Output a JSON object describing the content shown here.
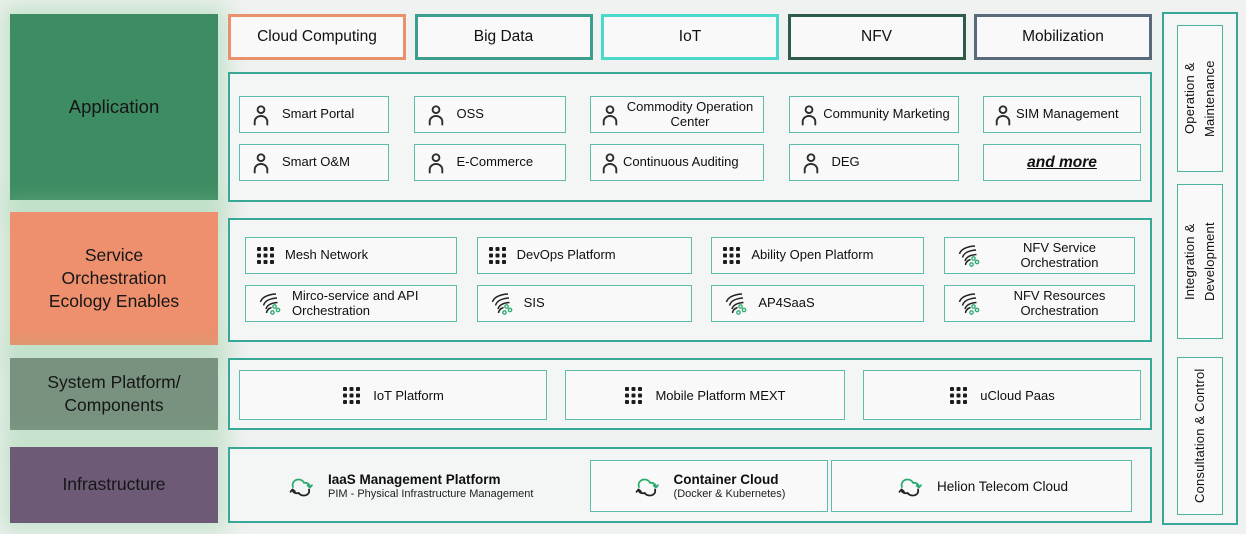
{
  "palette": {
    "page_bg": "#f0f2f1",
    "container_border": "#39a795",
    "item_border": "#5ebcaa",
    "icon_green": "#2cab6f",
    "application_green": "#3e8c63",
    "service_salmon": "#ee8f6d",
    "system_grayg reen": "#78927f",
    "infrastructure_purple": "#6d5a77"
  },
  "left_labels": [
    {
      "label": "Application",
      "color": "#3e8c63"
    },
    {
      "label": "Service\nOrchestration\nEcology Enables",
      "color": "#ee8f6d"
    },
    {
      "label": "System Platform/\nComponents",
      "color": "#78927f"
    },
    {
      "label": "Infrastructure",
      "color": "#6d5a77"
    }
  ],
  "top_tabs": [
    {
      "label": "Cloud Computing",
      "border": "#e9906c"
    },
    {
      "label": "Big Data",
      "border": "#3c9e8b"
    },
    {
      "label": "IoT",
      "border": "#4bd9cb"
    },
    {
      "label": "NFV",
      "border": "#2d5c4a"
    },
    {
      "label": "Mobilization",
      "border": "#5a6a7c"
    }
  ],
  "application": {
    "row1": [
      {
        "label": "Smart Portal",
        "icon": "person-icon"
      },
      {
        "label": "OSS",
        "icon": "person-icon"
      },
      {
        "label": "Commodity Operation Center",
        "icon": "person-icon"
      },
      {
        "label": "Community Marketing",
        "icon": "person-icon"
      },
      {
        "label": "SIM Management",
        "icon": "person-icon"
      }
    ],
    "row2": [
      {
        "label": "Smart O&M",
        "icon": "person-icon"
      },
      {
        "label": "E-Commerce",
        "icon": "person-icon"
      },
      {
        "label": "Continuous Auditing",
        "icon": "person-icon"
      },
      {
        "label": "DEG",
        "icon": "person-icon"
      },
      {
        "label": "and more",
        "icon": "none"
      }
    ]
  },
  "service": {
    "row1": [
      {
        "label": "Mesh Network",
        "icon": "grid-icon"
      },
      {
        "label": "DevOps Platform",
        "icon": "grid-icon"
      },
      {
        "label": "Ability Open Platform",
        "icon": "grid-icon"
      },
      {
        "label": "NFV Service Orchestration",
        "icon": "flow-icon"
      }
    ],
    "row2": [
      {
        "label": "Mirco-service and API Orchestration",
        "icon": "flow-icon"
      },
      {
        "label": "SIS",
        "icon": "flow-icon"
      },
      {
        "label": "AP4SaaS",
        "icon": "flow-icon"
      },
      {
        "label": "NFV Resources Orchestration",
        "icon": "flow-icon"
      }
    ]
  },
  "system": {
    "items": [
      {
        "label": "IoT Platform",
        "icon": "grid-icon"
      },
      {
        "label": "Mobile Platform MEXT",
        "icon": "grid-icon"
      },
      {
        "label": "uCloud Paas",
        "icon": "grid-icon"
      }
    ]
  },
  "infrastructure": {
    "items": [
      {
        "label": "IaaS Management Platform",
        "sublabel": "PIM - Physical Infrastructure Management",
        "icon": "cloud-sync-icon"
      },
      {
        "label": "Container Cloud",
        "sublabel": "(Docker & Kubernetes)",
        "icon": "cloud-sync-icon"
      },
      {
        "label": "Helion Telecom Cloud",
        "icon": "cloud-sync-icon"
      }
    ]
  },
  "sidebar": {
    "items": [
      {
        "label": "Operation &\nMaintenance"
      },
      {
        "label": "Integration &\nDevelopment"
      },
      {
        "label": "Consultation & Control"
      }
    ]
  }
}
